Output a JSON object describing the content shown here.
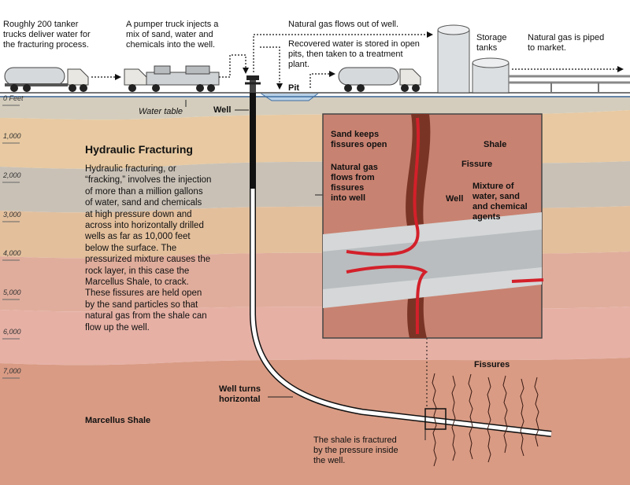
{
  "labels": {
    "tanker_trucks": "Roughly 200 tanker\ntrucks deliver water for\nthe fracturing process.",
    "pumper_truck": "A pumper truck injects a\nmix of sand, water and\nchemicals into the well.",
    "gas_flows": "Natural gas flows out of well.",
    "recovered_water": "Recovered water is stored in open\npits, then taken to a treatment\nplant.",
    "storage_tanks": "Storage\ntanks",
    "piped": "Natural gas is piped\nto market.",
    "pit": "Pit",
    "water_table": "Water table",
    "well": "Well",
    "well_turns": "Well turns\nhorizontal",
    "marcellus": "Marcellus Shale",
    "shale_fractured": "The shale is fractured\nby the pressure inside\nthe well.",
    "fissures": "Fissures"
  },
  "depth_marks": [
    "0 Feet",
    "1,000",
    "2,000",
    "3,000",
    "4,000",
    "5,000",
    "6,000",
    "7,000"
  ],
  "article": {
    "title": "Hydraulic Fracturing",
    "body": "Hydraulic fracturing, or\n“fracking,” involves the injection\nof more than a million gallons\nof water, sand and chemicals\nat high pressure down and\nacross into horizontally drilled\nwells as far as 10,000 feet\nbelow the surface. The\npressurized mixture causes the\nrock layer, in this case the\nMarcellus Shale, to crack.\nThese fissures are held open\nby the sand particles so that\nnatural gas from the shale can\nflow up the well."
  },
  "inset": {
    "sand_keeps": "Sand keeps\nfissures open",
    "shale": "Shale",
    "fissure": "Fissure",
    "gas_flows_from": "Natural gas\nflows from\nfissures\ninto well",
    "well": "Well",
    "mixture": "Mixture of\nwater, sand\nand chemical\nagents"
  },
  "colors": {
    "sky": "#ffffff",
    "ground_top": "#d4cdbd",
    "layer_tan": "#e8c9a1",
    "layer_grey": "#c9c1b6",
    "layer_tan2": "#e3bf9c",
    "layer_pink": "#e0ad9c",
    "layer_pink2": "#e6b0a5",
    "shale": "#d99b84",
    "inset_bg": "#c88271",
    "fissure": "#7a3425",
    "pipe": "#b9bdbf",
    "arrow_red": "#d3202a"
  }
}
